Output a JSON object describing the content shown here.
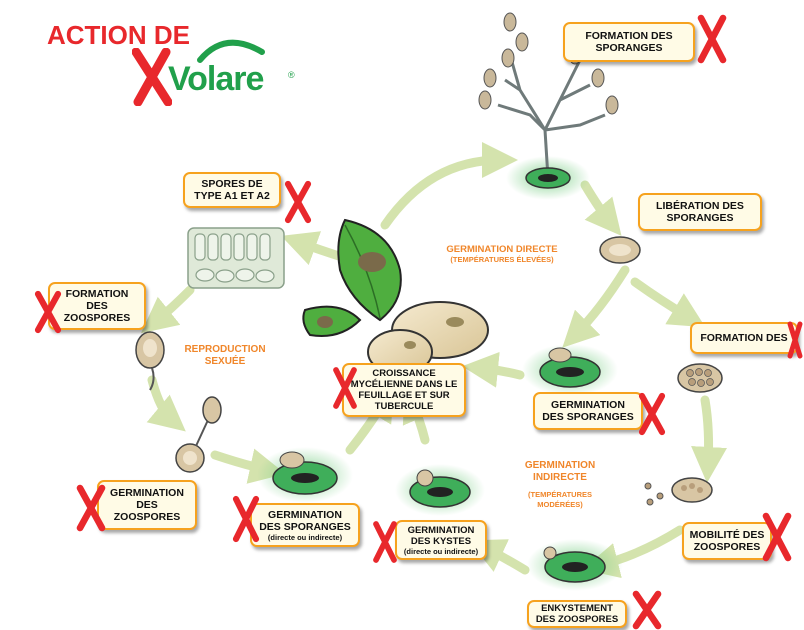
{
  "header": {
    "title": "ACTION DE",
    "brand": "Volare",
    "registered_mark": "®"
  },
  "colors": {
    "cross": "#e8282c",
    "brand_green": "#21a04b",
    "label_border": "#f6a21e",
    "label_fill": "#fffbe6",
    "arrow": "#d4e3ad",
    "annotation": "#f0862a"
  },
  "labels": {
    "sporangia_formation_top": "FORMATION DES SPORANGES",
    "spores_a1_a2": "SPORES DE TYPE A1 ET A2",
    "sporangia_release": "LIBÉRATION DES SPORANGES",
    "zoospore_formation_left": "FORMATION DES ZOOSPORES",
    "zoospore_formation_right": "FORMATION DES",
    "mycelial_growth": "CROISSANCE MYCÉLIENNE DANS LE FEUILLAGE ET SUR TUBERCULE",
    "sporangia_germination_right": "GERMINATION DES SPORANGES",
    "zoospore_germination": "GERMINATION DES ZOOSPORES",
    "sporangia_germination_bottom": "GERMINATION DES SPORANGES",
    "sporangia_germination_bottom_sub": "(directe ou indirecte)",
    "cyst_germination": "GERMINATION DES KYSTES",
    "cyst_germination_sub": "(directe ou indirecte)",
    "zoospore_mobility": "MOBILITÉ DES ZOOSPORES",
    "zoospore_encystment": "ENKYSTEMENT DES ZOOSPORES"
  },
  "annotations": {
    "direct_germination": "GERMINATION DIRECTE",
    "direct_germination_sub": "(TEMPÉRATURES ÉLEVÉES)",
    "sexual_reproduction": "REPRODUCTION SEXUÉE",
    "indirect_germination": "GERMINATION INDIRECTE",
    "indirect_germination_sub": "(TEMPÉRATURES MODÉRÉES)"
  }
}
